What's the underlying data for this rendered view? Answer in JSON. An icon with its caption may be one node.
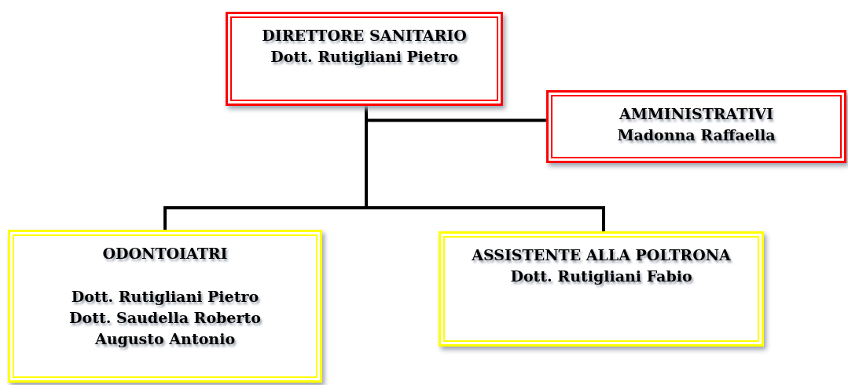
{
  "diagram": {
    "nodes": [
      {
        "text": [
          "DIRETTORE SANITARIO",
          "Dott. Rutigliani Pietro"
        ]
      },
      {
        "text": [
          "AMMINISTRATIVI",
          "Madonna Raffaella"
        ]
      },
      {
        "text": [
          "ODONTOIATRI",
          "Dott. Rutigliani Pietro",
          "Dott. Saudella Roberto",
          "Augusto Antonio"
        ]
      },
      {
        "text": [
          "ASSISTENTE ALLA POLTRONA",
          "Dott. Rutigliani Fabio"
        ]
      }
    ],
    "edges": [
      {
        "from": 0,
        "to": 1,
        "arrow": "none"
      },
      {
        "from": 0,
        "to": 2,
        "arrow": "none"
      },
      {
        "from": 0,
        "to": 3,
        "arrow": "none"
      }
    ]
  }
}
